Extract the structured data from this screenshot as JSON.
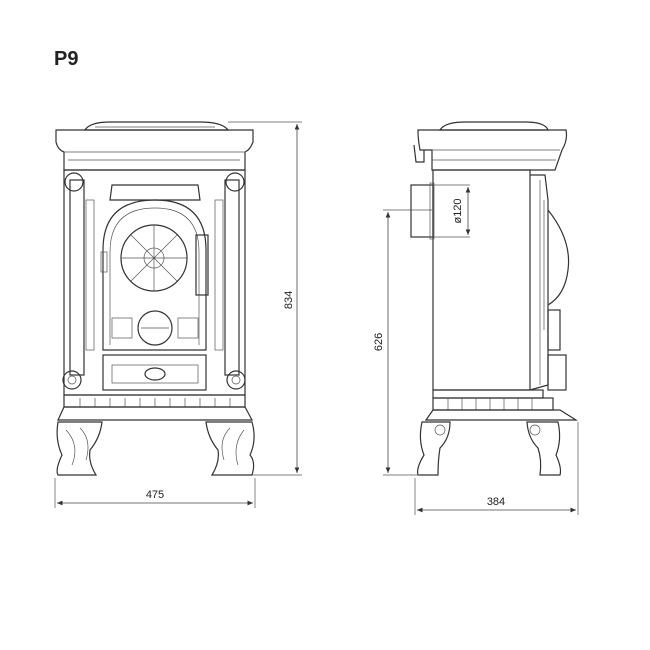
{
  "title": "P9",
  "front_view": {
    "height_label": "834",
    "width_label": "475"
  },
  "side_view": {
    "flue_height_label": "626",
    "depth_label": "384",
    "flue_diameter_label": "ø120"
  }
}
